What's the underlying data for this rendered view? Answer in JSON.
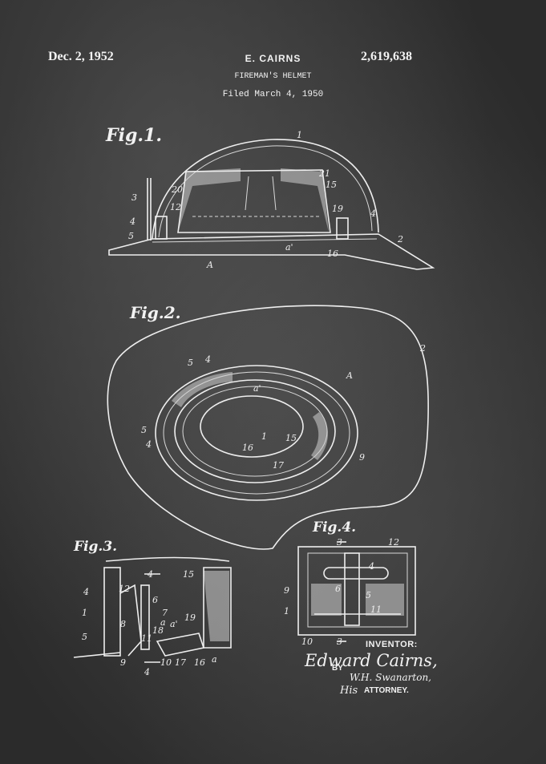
{
  "header": {
    "date": "Dec. 2, 1952",
    "inventor_name": "E. CAIRNS",
    "title": "FIREMAN'S HELMET",
    "filed": "Filed March 4, 1950",
    "patent_number": "2,619,638"
  },
  "figures": {
    "fig1": "Fig.1.",
    "fig2": "Fig.2.",
    "fig3": "Fig.3.",
    "fig4": "Fig.4."
  },
  "signature": {
    "inventor_label": "INVENTOR:",
    "inventor_signature": "Edward Cairns,",
    "by_label": "BY",
    "attorney_signature": "W.H. Swanarton,",
    "his_label": "His",
    "attorney_label": "ATTORNEY."
  },
  "reference_numerals": {
    "fig1": [
      "1",
      "21",
      "15",
      "20",
      "3",
      "12",
      "19",
      "4",
      "4",
      "5",
      "2",
      "A",
      "a'",
      "16"
    ],
    "fig2": [
      "2",
      "5",
      "4",
      "a'",
      "A",
      "5",
      "4",
      "1",
      "15",
      "16",
      "17",
      "9"
    ],
    "fig3": [
      "4",
      "4",
      "15",
      "4",
      "12",
      "6",
      "1",
      "8",
      "7",
      "5",
      "18",
      "a",
      "a'",
      "19",
      "9",
      "11",
      "10",
      "17",
      "16",
      "a"
    ],
    "fig4": [
      "3",
      "12",
      "4",
      "9",
      "6",
      "5",
      "1",
      "11",
      "10",
      "3"
    ]
  },
  "colors": {
    "background": "#3a3a3a",
    "ink": "#f2f2f2"
  }
}
